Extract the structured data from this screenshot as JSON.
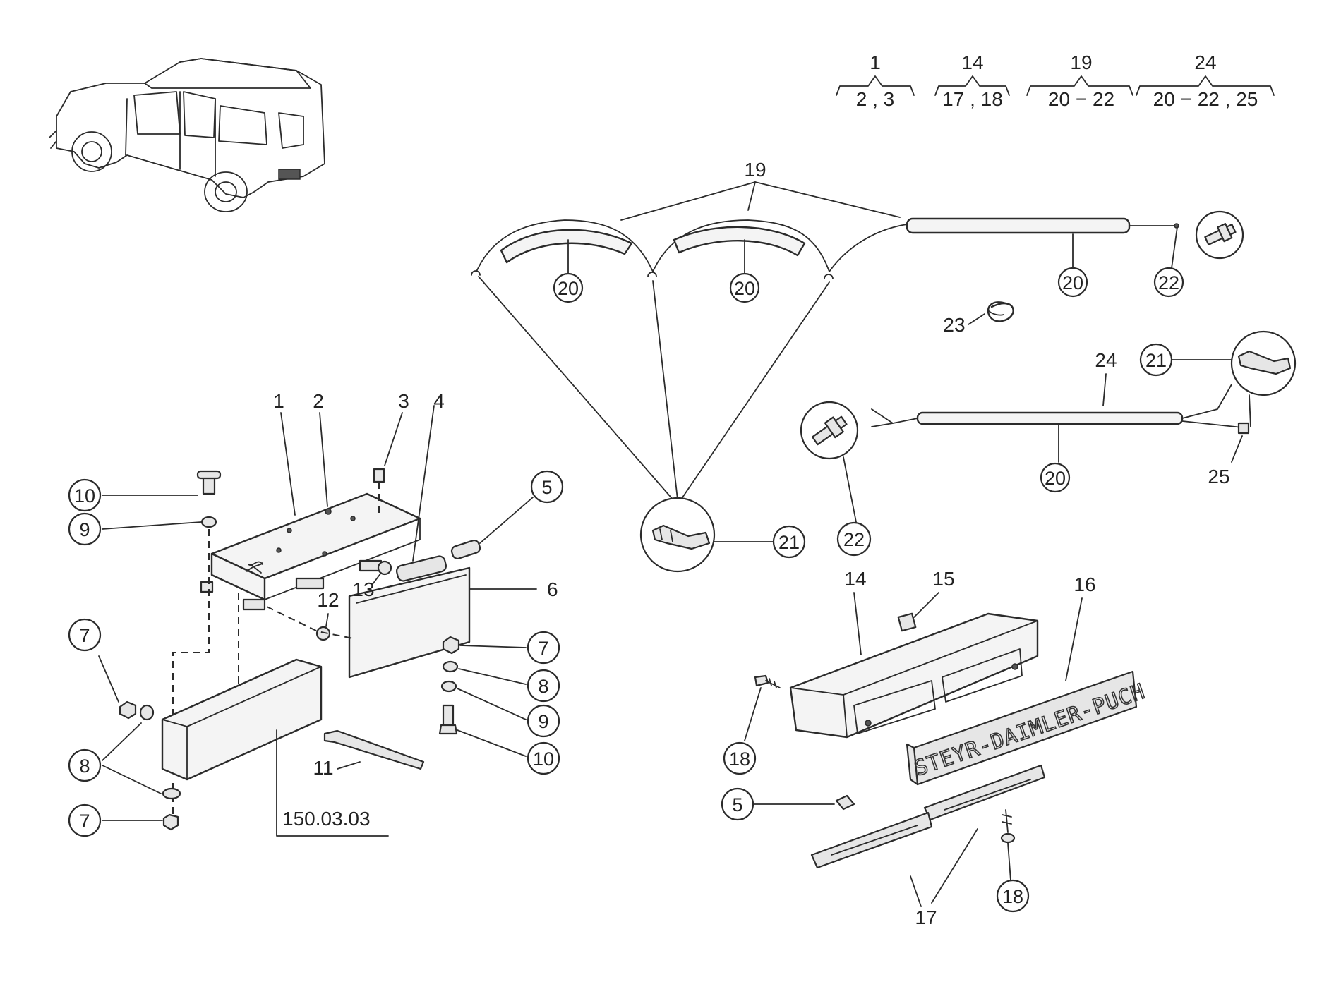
{
  "legend": {
    "groups": [
      {
        "parent": "1",
        "children": "2 , 3"
      },
      {
        "parent": "14",
        "children": "17 , 18"
      },
      {
        "parent": "19",
        "children": "20 − 22"
      },
      {
        "parent": "24",
        "children": "20 − 22 , 25"
      }
    ]
  },
  "labels": {
    "n1": "1",
    "n2": "2",
    "n3": "3",
    "n4": "4",
    "n5": "5",
    "n6": "6",
    "n7": "7",
    "n8": "8",
    "n9": "9",
    "n10": "10",
    "n11": "11",
    "n12": "12",
    "n13": "13",
    "n14": "14",
    "n15": "15",
    "n16": "16",
    "n17": "17",
    "n18": "18",
    "n19": "19",
    "n20": "20",
    "n21": "21",
    "n22": "22",
    "n23": "23",
    "n24": "24",
    "n25": "25"
  },
  "reference": "150.03.03",
  "plate_text": "STEYR-DAIMLER-PUCH"
}
